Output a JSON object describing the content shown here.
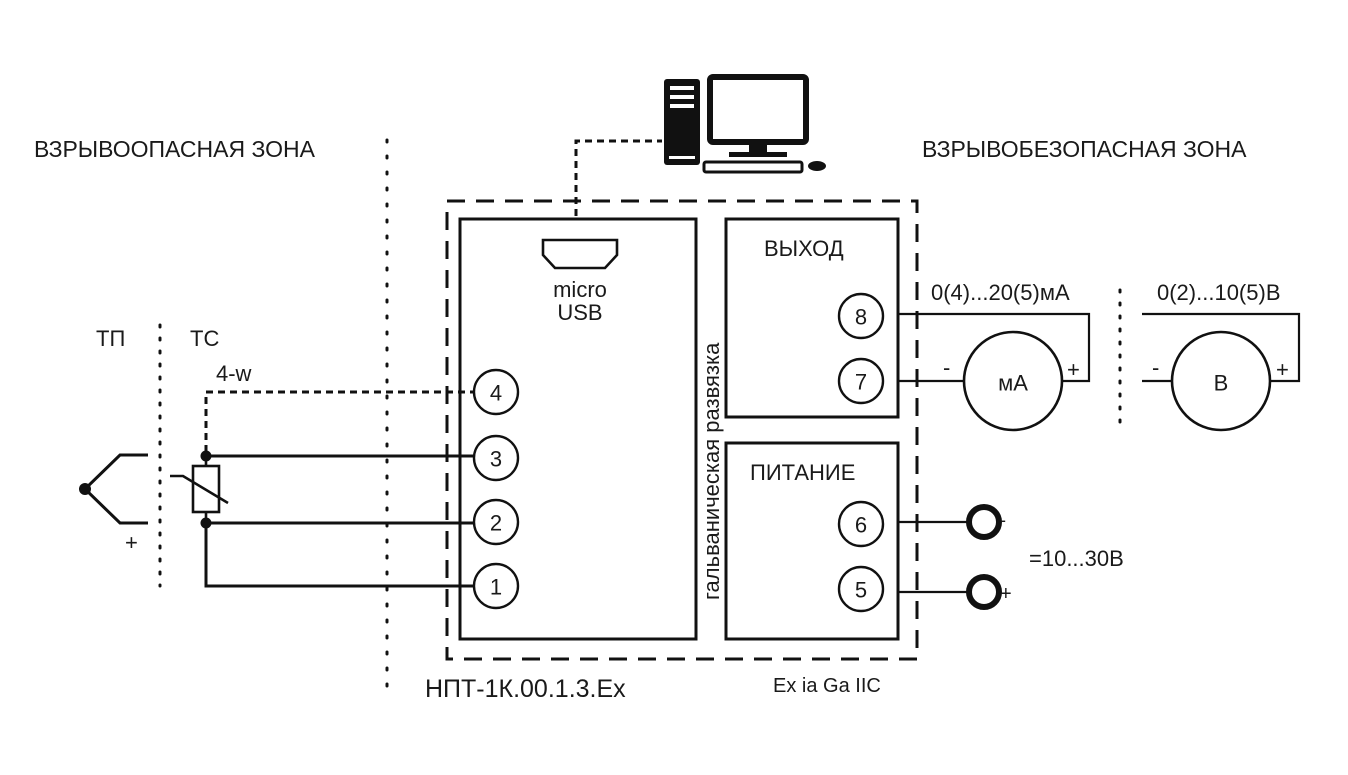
{
  "zones": {
    "hazardous": "ВЗРЫВООПАСНАЯ ЗОНА",
    "safe": "ВЗРЫВОБЕЗОПАСНАЯ ЗОНА"
  },
  "sensors": {
    "thermocouple": "ТП",
    "rtd": "ТС",
    "rtd_wiring": "4-w",
    "thermocouple_polarity": "+"
  },
  "device": {
    "model": "НПТ-1К.00.1.3.Ex",
    "protection": "Ex ia Ga IIC",
    "usb_label_line1": "micro",
    "usb_label_line2": "USB",
    "isolation_label": "гальваническая развязка",
    "input_terminals": [
      "4",
      "3",
      "2",
      "1"
    ],
    "output_block": {
      "title": "ВЫХОД",
      "terminals": [
        "8",
        "7"
      ]
    },
    "power_block": {
      "title": "ПИТАНИЕ",
      "terminals": [
        "6",
        "5"
      ]
    }
  },
  "outputs": {
    "current": {
      "range": "0(4)...20(5)мА",
      "meter_label": "мА",
      "minus": "-",
      "plus": "+"
    },
    "voltage": {
      "range": "0(2)...10(5)В",
      "meter_label": "В",
      "minus": "-",
      "plus": "+"
    }
  },
  "power_supply": {
    "voltage": "=10...30В",
    "minus": "-",
    "plus": "+"
  },
  "icons": {
    "computer": "desktop-computer-icon"
  }
}
